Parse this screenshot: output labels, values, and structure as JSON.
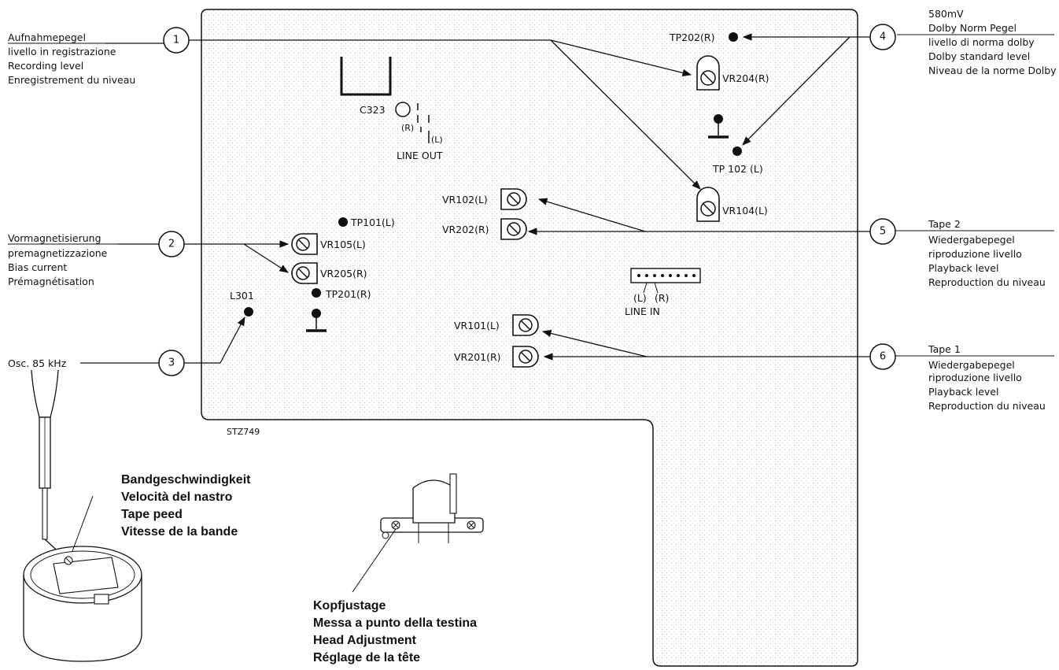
{
  "callouts": {
    "c1": {
      "num": "1",
      "lines": [
        "Aufnahmepegel",
        "livello in registrazione",
        "Recording level",
        "Enregistrement du niveau"
      ]
    },
    "c2": {
      "num": "2",
      "lines": [
        "Vormagnetisierung",
        "premagnetizzazione",
        "Bias current",
        "Prémagnétisation"
      ]
    },
    "c3": {
      "num": "3",
      "lines": [
        "Osc. 85 kHz"
      ]
    },
    "c4": {
      "num": "4",
      "lines": [
        "580mV",
        "Dolby Norm Pegel",
        "livello di norma dolby",
        "Dolby standard level",
        "Niveau de la norme Dolby"
      ]
    },
    "c5": {
      "num": "5",
      "lines": [
        "Tape 2",
        "Wiedergabepegel",
        "riproduzione livello",
        "Playback level",
        "Reproduction du niveau"
      ]
    },
    "c6": {
      "num": "6",
      "lines": [
        "Tape 1",
        "Wiedergabepegel",
        "riproduzione livello",
        "Playback level",
        "Reproduction du niveau"
      ]
    }
  },
  "board": {
    "c323": "C323",
    "line_out": "LINE OUT",
    "r_small": "(R)",
    "l_small": "(L)",
    "tp202r": "TP202(R)",
    "vr204r": "VR204(R)",
    "tp102l": "TP 102 (L)",
    "vr104l": "VR104(L)",
    "vr102l": "VR102(L)",
    "vr202r": "VR202(R)",
    "tp101l": "TP101(L)",
    "vr105l": "VR105(L)",
    "vr205r": "VR205(R)",
    "tp201r": "TP201(R)",
    "l301": "L301",
    "line_in": "LINE IN",
    "line_in_l": "(L)",
    "line_in_r": "(R)",
    "vr101l": "VR101(L)",
    "vr201r": "VR201(R)",
    "drawing_code": "STZ749"
  },
  "tape_speed": [
    "Bandgeschwindigkeit",
    "Velocità del nastro",
    "Tape peed",
    "Vitesse de la bande"
  ],
  "head_adjust": [
    "Kopfjustage",
    "Messa a punto della testina",
    "Head Adjustment",
    "Réglage de la tête"
  ]
}
